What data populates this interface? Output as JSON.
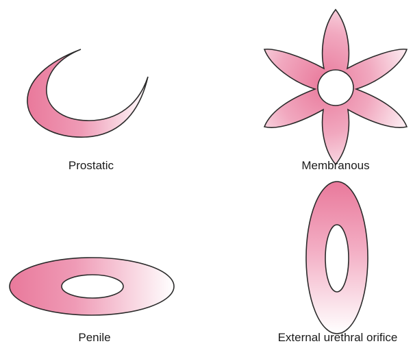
{
  "shapes": [
    {
      "id": "prostatic",
      "label": "Prostatic"
    },
    {
      "id": "membranous",
      "label": "Membranous"
    },
    {
      "id": "penile",
      "label": "Penile"
    },
    {
      "id": "external",
      "label": "External urethral orifice"
    }
  ],
  "colors": {
    "fill_pink": "#e9799b",
    "fill_light": "#ffffff",
    "outline": "#2a2a2a"
  }
}
